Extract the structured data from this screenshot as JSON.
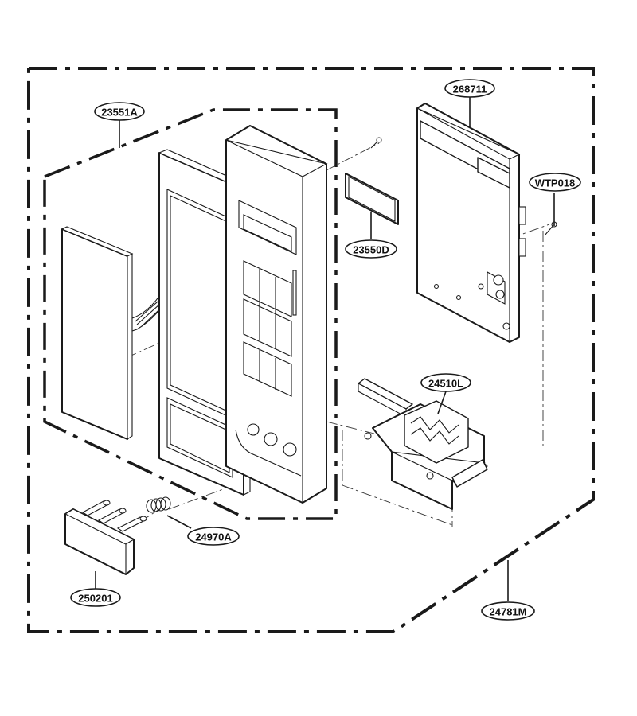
{
  "diagram": {
    "callouts": [
      {
        "id": "23551A",
        "label": "23551A"
      },
      {
        "id": "268711",
        "label": "268711"
      },
      {
        "id": "WTP018",
        "label": "WTP018"
      },
      {
        "id": "23550D",
        "label": "23550D"
      },
      {
        "id": "24510L",
        "label": "24510L"
      },
      {
        "id": "24970A",
        "label": "24970A"
      },
      {
        "id": "250201",
        "label": "250201"
      },
      {
        "id": "24781M",
        "label": "24781M"
      }
    ]
  }
}
